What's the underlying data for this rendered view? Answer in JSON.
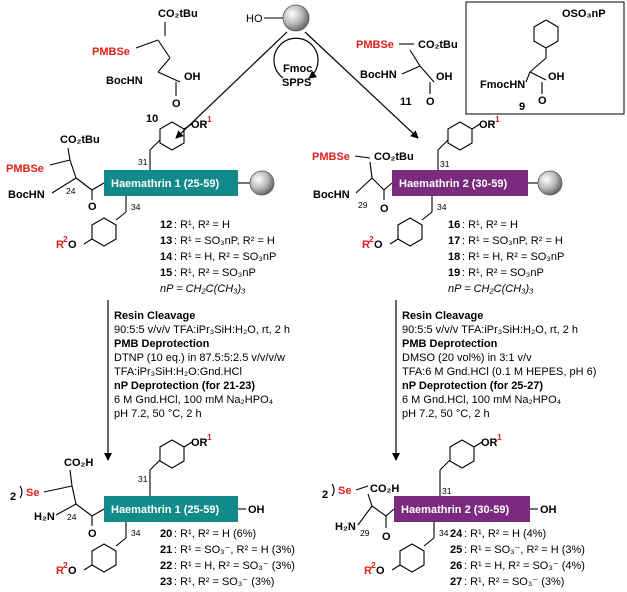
{
  "top": {
    "resin_label": "HO",
    "fmoc_spps": [
      "Fmoc",
      "SPPS"
    ]
  },
  "compound10": {
    "id": "10",
    "co2tbu": "CO₂tBu",
    "pmbse": "PMBSe",
    "bochn": "BocHN",
    "oh": "OH",
    "o": "O"
  },
  "compound11": {
    "id": "11",
    "co2tbu": "CO₂tBu",
    "pmbse": "PMBSe",
    "bochn": "BocHN",
    "oh": "OH",
    "o": "O"
  },
  "compound9": {
    "id": "9",
    "oso3np": "OSO₃nP",
    "fmochn": "FmocHN",
    "oh": "OH",
    "o": "O"
  },
  "left_resin": {
    "box_label": "Haemathrin 1 (25-59)",
    "box_color": "#138a8a",
    "co2tbu": "CO₂tBu",
    "pmbse": "PMBSe",
    "bochn": "BocHN",
    "n24": "24",
    "n31": "31",
    "n34": "34",
    "or1": "OR",
    "r2o": "R",
    "entries": [
      {
        "num": "12",
        "text": ": R¹, R² = H"
      },
      {
        "num": "13",
        "text": ": R¹ = SO₃nP, R² = H"
      },
      {
        "num": "14",
        "text": ": R¹ = H, R² = SO₃nP"
      },
      {
        "num": "15",
        "text": ": R¹, R² = SO₃nP"
      }
    ],
    "np_def": "nP = CH₂C(CH₃)₃"
  },
  "right_resin": {
    "box_label": "Haemathrin 2 (30-59)",
    "box_color": "#7b2b7e",
    "co2tbu": "CO₂tBu",
    "pmbse": "PMBSe",
    "bochn": "BocHN",
    "n29": "29",
    "n31": "31",
    "n34": "34",
    "or1": "OR",
    "r2o": "R",
    "entries": [
      {
        "num": "16",
        "text": ": R¹, R² = H"
      },
      {
        "num": "17",
        "text": ": R¹ = SO₃nP, R² = H"
      },
      {
        "num": "18",
        "text": ": R¹ = H, R² = SO₃nP"
      },
      {
        "num": "19",
        "text": ": R¹, R² = SO₃nP"
      }
    ],
    "np_def": "nP = CH₂C(CH₃)₃"
  },
  "left_conditions": [
    {
      "text": "Resin Cleavage",
      "bold": true
    },
    {
      "text": "90:5:5 v/v/v TFA:iPr₃SiH:H₂O, rt, 2 h",
      "bold": false
    },
    {
      "text": "PMB Deprotection",
      "bold": true
    },
    {
      "text": "DTNP (10 eq.) in 87.5:5:2.5 v/v/v/w",
      "bold": false
    },
    {
      "text": "TFA:iPr₃SiH:H₂O:Gnd.HCl",
      "bold": false
    },
    {
      "text": "nP Deprotection (for 21-23)",
      "bold": true
    },
    {
      "text": "6 M Gnd.HCl, 100 mM Na₂HPO₄",
      "bold": false
    },
    {
      "text": "pH 7.2, 50 °C, 2 h",
      "bold": false
    }
  ],
  "right_conditions": [
    {
      "text": "Resin Cleavage",
      "bold": true
    },
    {
      "text": "90:5:5 v/v/v TFA:iPr₃SiH:H₂O, rt, 2 h",
      "bold": false
    },
    {
      "text": "PMB Deprotection",
      "bold": true
    },
    {
      "text": "DMSO (20 vol%) in 3:1 v/v",
      "bold": false
    },
    {
      "text": "TFA:6 M Gnd.HCl (0.1 M HEPES, pH 6)",
      "bold": false
    },
    {
      "text": "nP Deprotection (for 25-27)",
      "bold": true
    },
    {
      "text": "6 M Gnd.HCl, 100 mM Na₂HPO₄",
      "bold": false
    },
    {
      "text": "pH 7.2, 50 °C, 2 h",
      "bold": false
    }
  ],
  "left_product": {
    "box_label": "Haemathrin 1 (25-59)",
    "box_color": "#138a8a",
    "co2h": "CO₂H",
    "se": "Se",
    "two": "2",
    "h2n": "H₂N",
    "n24": "24",
    "n31": "31",
    "n34": "34",
    "oh": "OH",
    "or1": "OR",
    "r2o": "R",
    "entries": [
      {
        "num": "20",
        "text": ": R¹, R² = H (6%)"
      },
      {
        "num": "21",
        "text": ": R¹ = SO₃⁻, R² = H (3%)"
      },
      {
        "num": "22",
        "text": ": R¹ = H, R² = SO₃⁻ (3%)"
      },
      {
        "num": "23",
        "text": ": R¹, R² = SO₃⁻ (3%)"
      }
    ]
  },
  "right_product": {
    "box_label": "Haemathrin 2 (30-59)",
    "box_color": "#7b2b7e",
    "co2h": "CO₂H",
    "se": "Se",
    "two": "2",
    "h2n": "H₂N",
    "n29": "29",
    "n31": "31",
    "n34": "34",
    "oh": "OH",
    "or1": "OR",
    "r2o": "R",
    "entries": [
      {
        "num": "24",
        "text": ": R¹, R² = H (4%)"
      },
      {
        "num": "25",
        "text": ": R¹ = SO₃⁻, R² = H (3%)"
      },
      {
        "num": "26",
        "text": ": R¹ = H, R² = SO₃⁻ (4%)"
      },
      {
        "num": "27",
        "text": ": R¹, R² = SO₃⁻ (3%)"
      }
    ]
  },
  "colors": {
    "red": "#e0201a",
    "teal": "#138a8a",
    "purple": "#7b2b7e",
    "resin_bead": "#b8b8b8"
  }
}
